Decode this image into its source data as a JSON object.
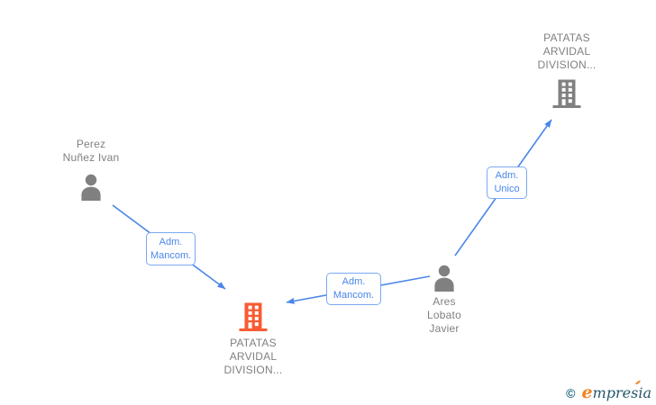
{
  "diagram": {
    "nodes": {
      "company_top": {
        "name_lines": [
          "PATATAS",
          "ARVIDAL",
          "DIVISION..."
        ],
        "icon": "building-icon",
        "color": "#808080"
      },
      "person_perez": {
        "name_lines": [
          "Perez",
          "Nuñez Ivan"
        ],
        "icon": "person-icon",
        "color": "#808080"
      },
      "company_center": {
        "name_lines": [
          "PATATAS",
          "ARVIDAL",
          "DIVISION..."
        ],
        "icon": "building-icon",
        "color": "#fa5a32"
      },
      "person_ares": {
        "name_lines": [
          "Ares",
          "Lobato",
          "Javier"
        ],
        "icon": "person-icon",
        "color": "#808080"
      }
    },
    "edges": [
      {
        "from": "person_perez",
        "to": "company_center",
        "label_lines": [
          "Adm.",
          "Mancom."
        ]
      },
      {
        "from": "person_ares",
        "to": "company_center",
        "label_lines": [
          "Adm.",
          "Mancom."
        ]
      },
      {
        "from": "person_ares",
        "to": "company_top",
        "label_lines": [
          "Adm.",
          "Unico"
        ]
      }
    ]
  },
  "watermark": {
    "copyright_symbol": "©",
    "brand_initial": "e",
    "brand_rest": "mpresia"
  },
  "colors": {
    "edge_line": "#4a86e8",
    "edge_label_border": "#7aa9f5",
    "edge_label_text": "#4a86e8",
    "node_text": "#808080",
    "person_gray": "#808080",
    "company_orange": "#fa5a32",
    "logo_teal": "#1e6a7d",
    "logo_orange": "#f58220"
  }
}
